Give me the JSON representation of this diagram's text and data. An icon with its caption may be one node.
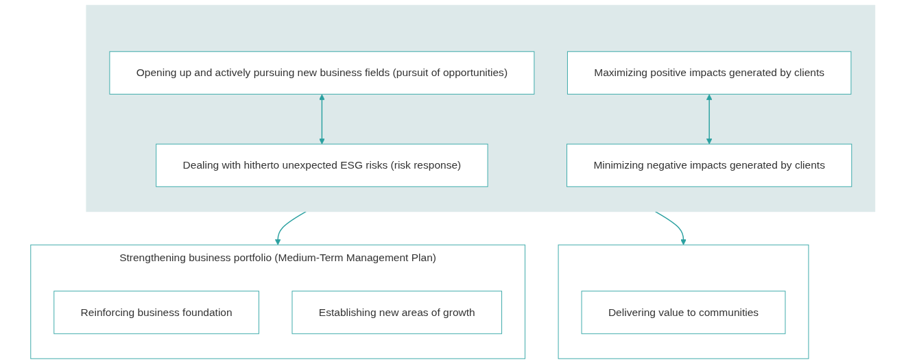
{
  "diagram": {
    "nodes": [
      {
        "text": [],
        "shape": "box"
      },
      {
        "text": [
          "Opening up and actively pursuing new business fields (pursuit of opportunities)"
        ],
        "in": 0
      },
      {
        "text": [
          "Maximizing positive impacts generated by clients"
        ],
        "in": 0
      },
      {
        "text": [
          "Minimizing negative impacts generated by clients"
        ],
        "in": 0
      },
      {
        "text": [
          "Dealing with hitherto unexpected ESG risks (risk response)"
        ],
        "in": 0
      },
      {
        "text": [
          "Strengthening business portfolio (Medium-Term Management Plan)"
        ]
      },
      {
        "text": [
          "Reinforcing business foundation"
        ],
        "in": 5
      },
      {
        "text": [
          "Establishing new areas of growth"
        ],
        "in": 5
      },
      {
        "text": [],
        "shape": "box"
      },
      {
        "text": [
          "Delivering value to communities"
        ],
        "in": 8
      }
    ],
    "edges": [
      {
        "from": 1,
        "to": 4,
        "arrow": "both"
      },
      {
        "from": 2,
        "to": 3,
        "arrow": "both"
      },
      {
        "from": 0,
        "to": 5,
        "arrow": "to"
      },
      {
        "from": 0,
        "to": 8,
        "arrow": "to"
      }
    ]
  }
}
